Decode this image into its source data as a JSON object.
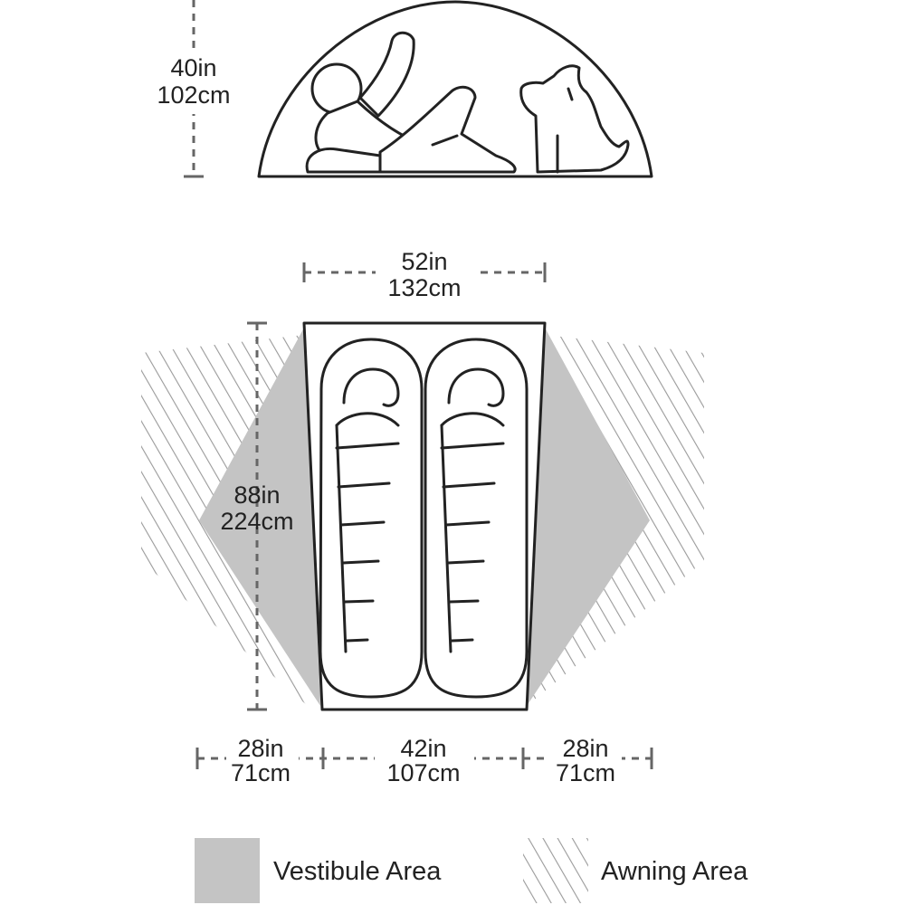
{
  "tent": {
    "height_in": "40in",
    "height_cm": "102cm",
    "width_in": "52in",
    "width_cm": "132cm",
    "length_in": "88in",
    "length_cm": "224cm",
    "vestibule_left_in": "28in",
    "vestibule_left_cm": "71cm",
    "floor_end_in": "42in",
    "floor_end_cm": "107cm",
    "vestibule_right_in": "28in",
    "vestibule_right_cm": "71cm"
  },
  "legend": {
    "vestibule_label": "Vestibule Area",
    "awning_label": "Awning Area"
  },
  "colors": {
    "vestibule": "#c4c4c4",
    "awning_hatch": "#9a9a9a",
    "outline": "#222222",
    "dimension": "#666666"
  },
  "icons": [
    "person-icon",
    "dog-icon",
    "sleeping-bag-icon"
  ]
}
